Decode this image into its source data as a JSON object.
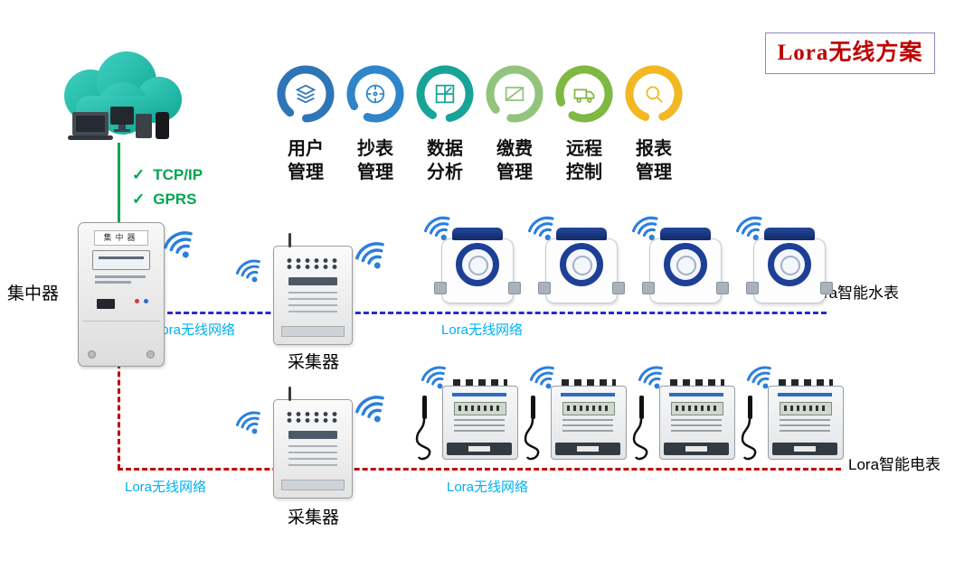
{
  "title": {
    "text": "Lora无线方案"
  },
  "colors": {
    "title_red": "#c00000",
    "title_border": "#8f86c2",
    "green": "#00a651",
    "wifi": "#2b7fdd",
    "blue_line": "#2a2ad0",
    "red_line": "#c00000",
    "cyan": "#00b0f0",
    "cloud_a": "#3fd0bf",
    "cloud_b": "#0fa796",
    "device_dark": "#33383e"
  },
  "protocols": {
    "check": "✓",
    "items": [
      {
        "label": "TCP/IP"
      },
      {
        "label": "GPRS"
      }
    ]
  },
  "features": [
    {
      "line1": "用户",
      "line2": "管理",
      "color": "#2e75b6",
      "icon": "layers-icon"
    },
    {
      "line1": "抄表",
      "line2": "管理",
      "color": "#2f85c8",
      "icon": "gauge-icon"
    },
    {
      "line1": "数据",
      "line2": "分析",
      "color": "#17a398",
      "icon": "analysis-icon"
    },
    {
      "line1": "缴费",
      "line2": "管理",
      "color": "#93c47d",
      "icon": "payment-icon"
    },
    {
      "line1": "远程",
      "line2": "控制",
      "color": "#7fb842",
      "icon": "remote-icon"
    },
    {
      "line1": "报表",
      "line2": "管理",
      "color": "#f1b824",
      "icon": "report-icon"
    }
  ],
  "labels": {
    "concentrator": "集中器",
    "concentrator_plate": "集中器",
    "collector1": "采集器",
    "collector2": "采集器",
    "water_meters": "Lora智能水表",
    "electric_meters": "Lora智能电表"
  },
  "network": {
    "label": "Lora无线网络"
  }
}
